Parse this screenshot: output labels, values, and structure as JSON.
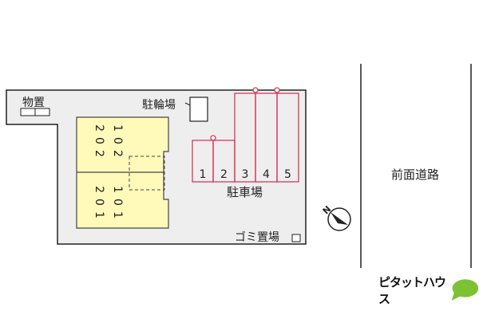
{
  "labels": {
    "storage": "物置",
    "bicycle_parking": "駐輪場",
    "parking": "駐車場",
    "garbage": "ゴミ置場",
    "front_road": "前面道路"
  },
  "parking_spaces": [
    "1",
    "2",
    "3",
    "4",
    "5"
  ],
  "units": {
    "upper": {
      "top_floor": "202",
      "ground_floor": "102"
    },
    "lower": {
      "top_floor": "201",
      "ground_floor": "101"
    }
  },
  "compass": {
    "north_label": "N"
  },
  "brand": {
    "name": "ピタットハウス"
  },
  "colors": {
    "site_fill": "#eeeeee",
    "site_stroke": "#222222",
    "building_fill": "#fffaba",
    "building_stroke": "#444444",
    "parking_stroke": "#d23a5a",
    "brand_green": "#7cc233"
  }
}
